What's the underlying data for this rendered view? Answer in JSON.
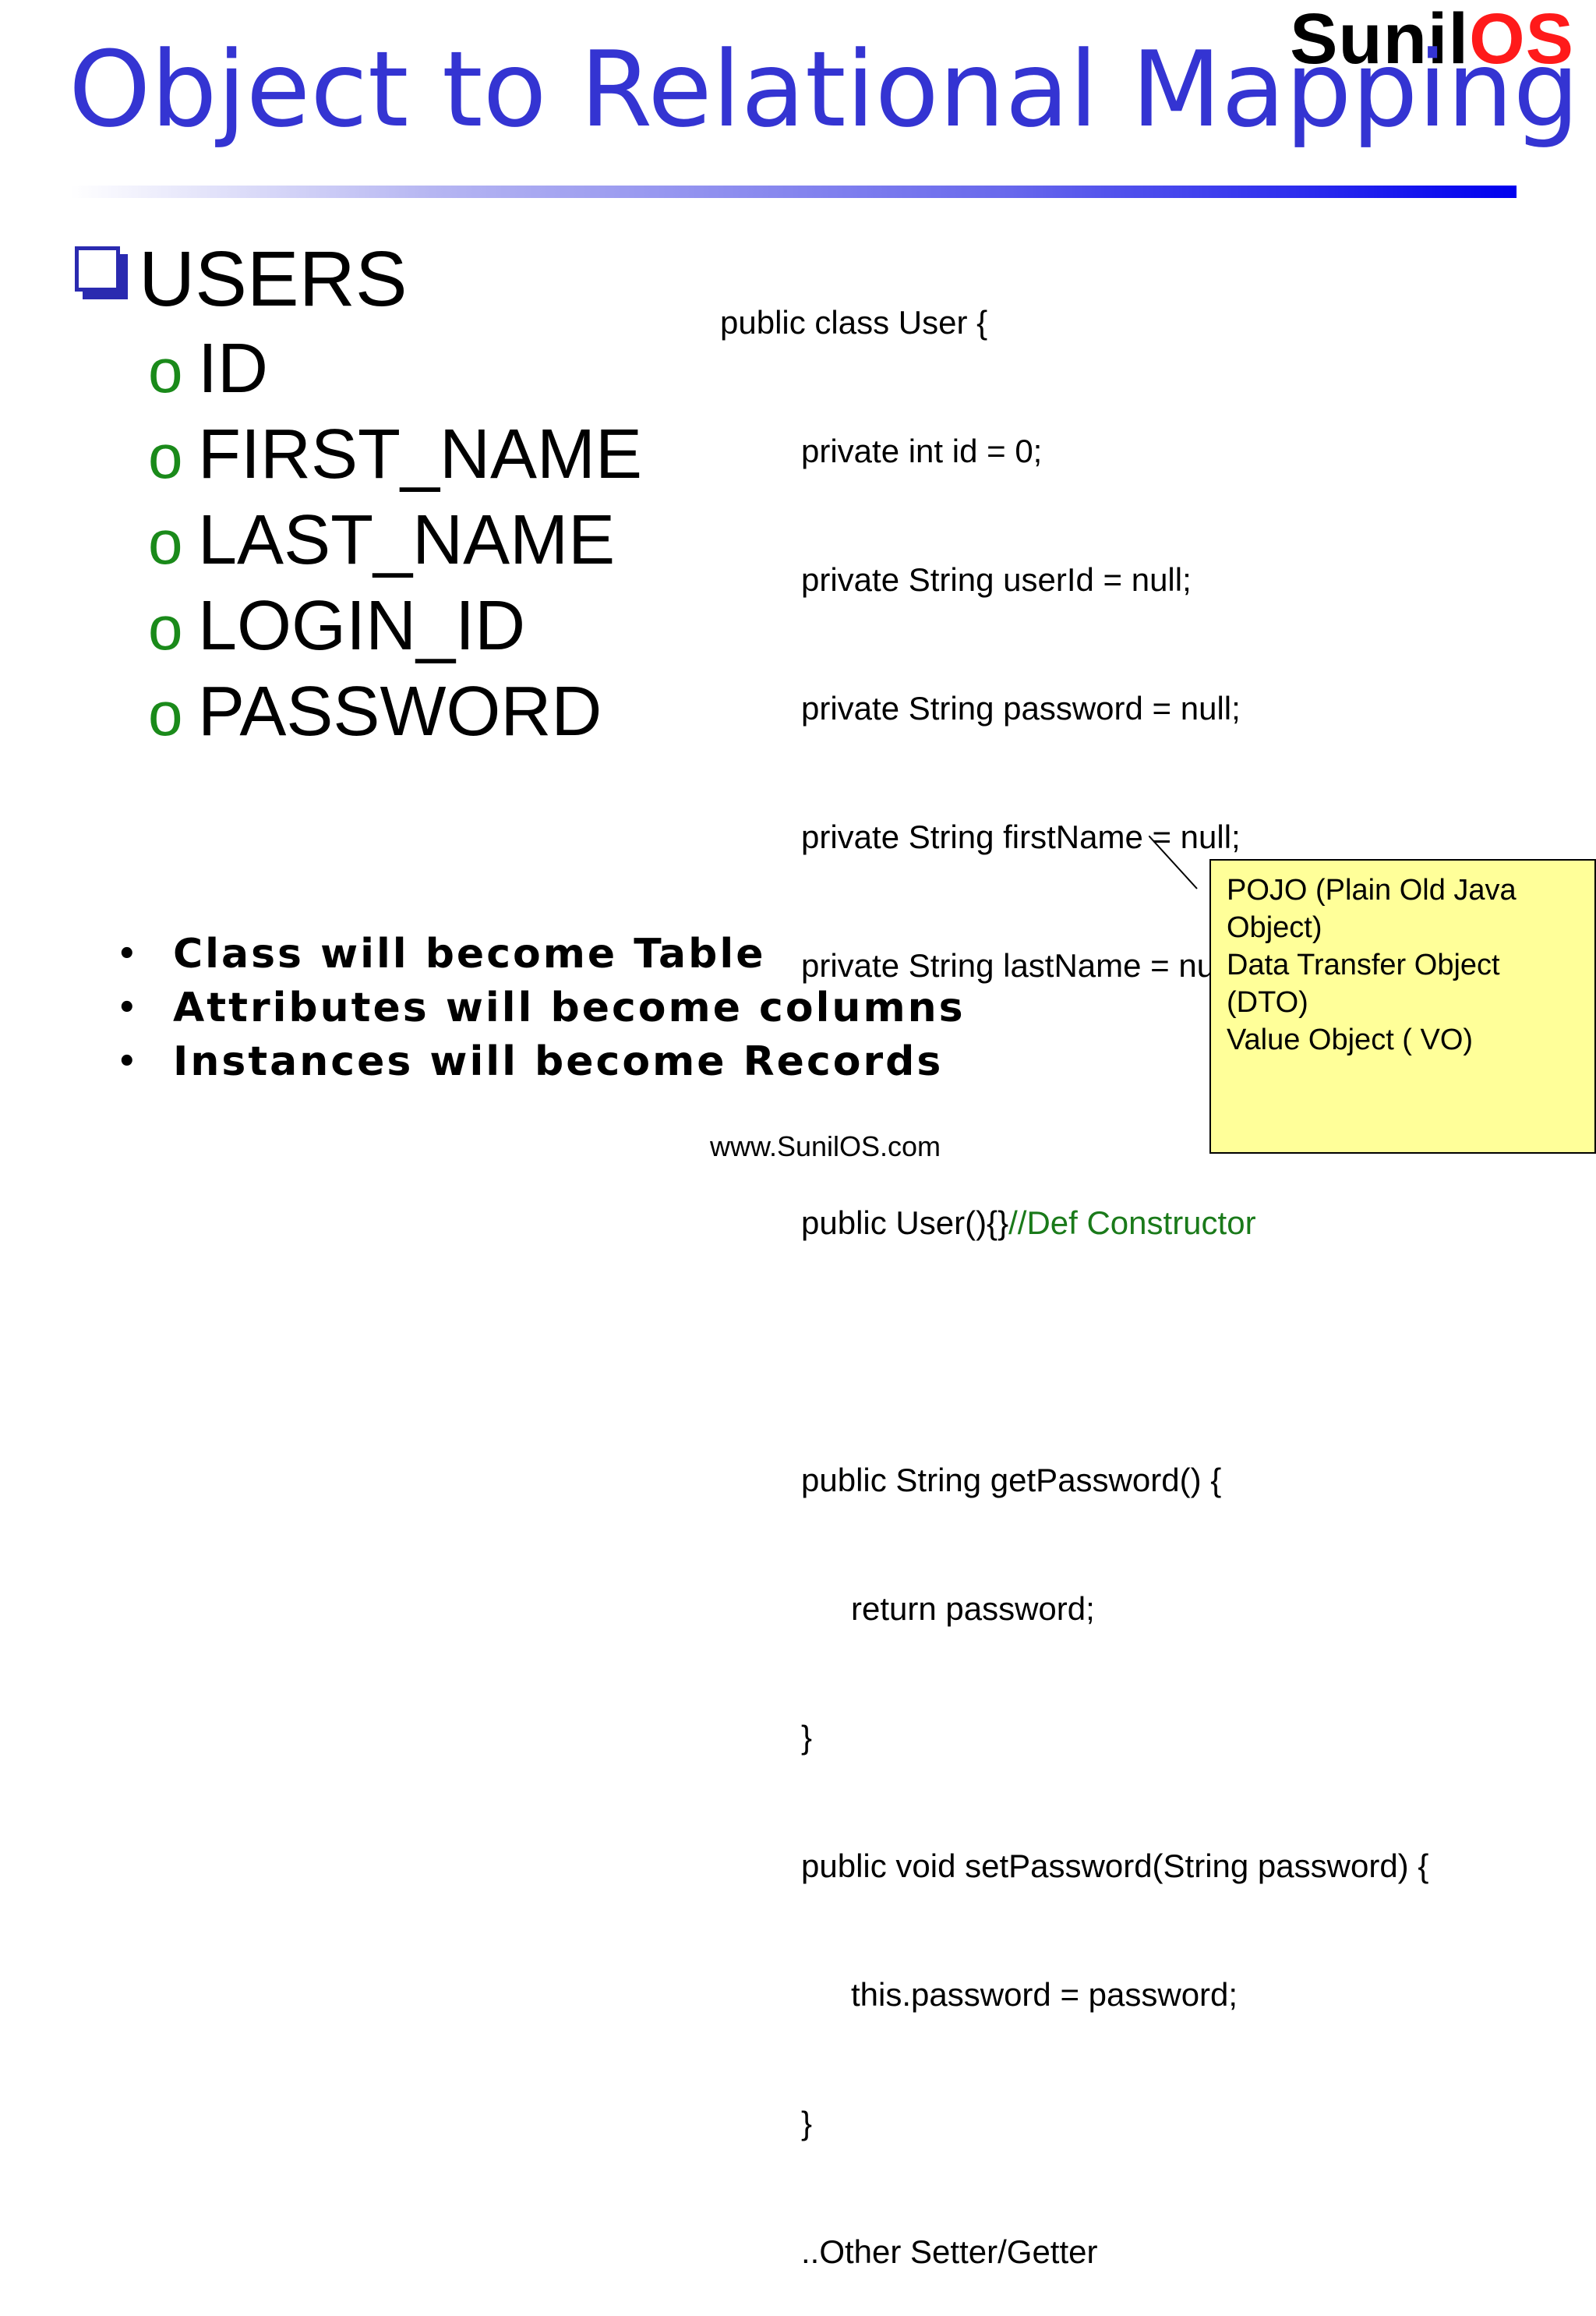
{
  "logo": {
    "part1": "Sunil",
    "part2": "OS"
  },
  "title": "Object to Relational Mapping",
  "table": {
    "name": "USERS",
    "column_bullet": "o",
    "columns": [
      "ID",
      "FIRST_NAME",
      "LAST_NAME",
      "LOGIN_ID",
      "PASSWORD"
    ]
  },
  "code": {
    "lines": [
      "public class User {",
      "private int id = 0;",
      "private String userId = null;",
      "private String password = null;",
      "private String firstName = null;",
      "private String lastName = null;",
      "",
      "public User(){}",
      "",
      "public String getPassword() {",
      "return password;",
      "}",
      "public void setPassword(String password) {",
      "this.password = password;",
      "}",
      "..Other Setter/Getter"
    ],
    "constructor_comment": "//Def Constructor"
  },
  "callout": {
    "lines": [
      "POJO (Plain Old Java",
      "Object)",
      "Data Transfer Object",
      "(DTO)",
      "Value Object ( VO)"
    ]
  },
  "bullets": {
    "marker": "•",
    "items": [
      "Class will become Table",
      "Attributes will become columns",
      "Instances will become Records"
    ]
  },
  "footer": "www.SunilOS.com",
  "colors": {
    "title": "#3434d2",
    "logo_os": "#ff1a1a",
    "bullet_o": "#1a8a1a",
    "comment": "#1a7a1a",
    "callout_bg": "#ffff99"
  }
}
